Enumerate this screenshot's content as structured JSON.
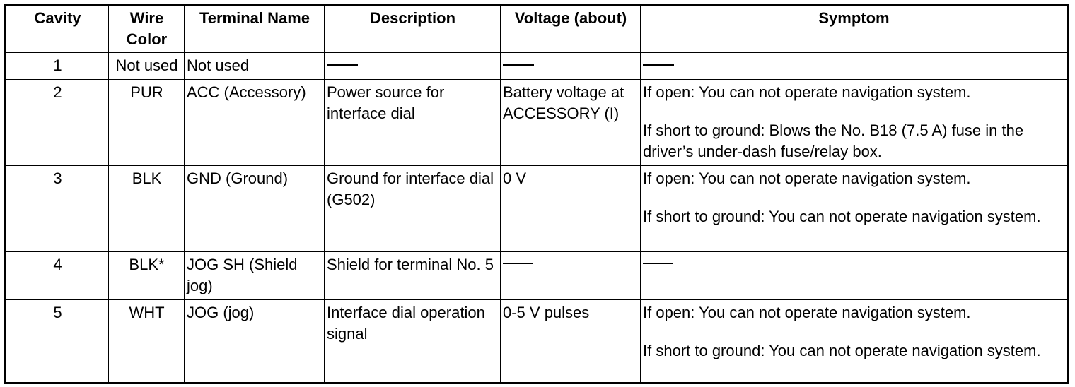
{
  "table": {
    "headers": {
      "cavity": "Cavity",
      "wire_color_1": "Wire",
      "wire_color_2": "Color",
      "terminal_name": "Terminal Name",
      "description": "Description",
      "voltage": "Voltage (about)",
      "symptom": "Symptom"
    },
    "rows": [
      {
        "cavity": "1",
        "wire_color": "Not used",
        "terminal_name": "Not used",
        "description": "—",
        "voltage": "—",
        "symptom_1": "—"
      },
      {
        "cavity": "2",
        "wire_color": "PUR",
        "terminal_name": "ACC (Accessory)",
        "description": "Power source for interface dial",
        "voltage": "Battery voltage at ACCESSORY (I)",
        "symptom_1": "If open: You can not operate navigation system.",
        "symptom_2": "If short to ground: Blows the No. B18 (7.5 A) fuse in the driver’s under-dash fuse/relay box."
      },
      {
        "cavity": "3",
        "wire_color": "BLK",
        "terminal_name": "GND (Ground)",
        "description": "Ground for interface dial (G502)",
        "voltage": "0 V",
        "symptom_1": "If open: You can not operate navigation system.",
        "symptom_2": "If short to ground: You can not operate navigation system."
      },
      {
        "cavity": "4",
        "wire_color": "BLK*",
        "terminal_name": "JOG SH (Shield jog)",
        "description": "Shield for terminal No. 5",
        "voltage": "—",
        "symptom_1": "—"
      },
      {
        "cavity": "5",
        "wire_color": "WHT",
        "terminal_name": "JOG (jog)",
        "description": "Interface dial operation signal",
        "voltage": "0-5 V pulses",
        "symptom_1": "If open: You can not operate navigation system.",
        "symptom_2": "If short to ground: You can not operate navigation system."
      }
    ]
  }
}
